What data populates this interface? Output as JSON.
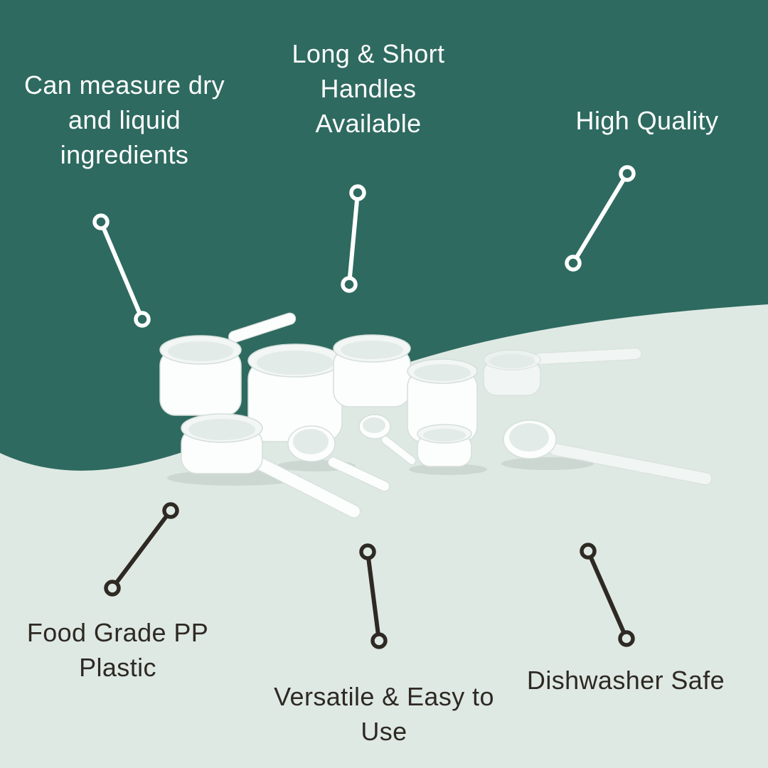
{
  "colors": {
    "top_background": "#2e6a60",
    "bottom_background": "#dfe9e4",
    "light_text": "#ffffff",
    "dark_text": "#2e2923",
    "scoop_white": "#fcfdfd",
    "scoop_rim": "#f2f6f5",
    "scoop_inner": "#e3ebe8",
    "scoop_edge": "#d5dfdb"
  },
  "product": {
    "description": "White plastic measuring scoops and spoons with long and short handles"
  },
  "callouts": [
    {
      "label": "Can measure dry and liquid ingredients",
      "theme": "light",
      "lines": [
        "Can measure dry",
        "and liquid",
        "ingredients"
      ]
    },
    {
      "label": "Long & Short Handles Available",
      "theme": "light",
      "lines": [
        "Long & Short",
        "Handles",
        "Available"
      ]
    },
    {
      "label": "High Quality",
      "theme": "light",
      "lines": [
        "High Quality"
      ]
    },
    {
      "label": "Food Grade PP Plastic",
      "theme": "dark",
      "lines": [
        "Food Grade PP",
        "Plastic"
      ]
    },
    {
      "label": "Versatile & Easy to Use",
      "theme": "dark",
      "lines": [
        "Versatile & Easy to",
        "Use"
      ]
    },
    {
      "label": "Dishwasher Safe",
      "theme": "dark",
      "lines": [
        "Dishwasher Safe"
      ]
    }
  ]
}
